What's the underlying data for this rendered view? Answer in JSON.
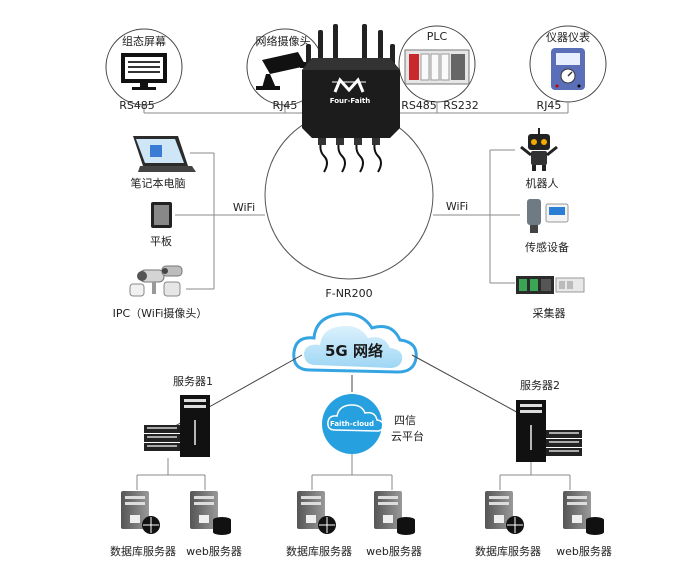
{
  "top_devices": {
    "screen": "组态屏幕",
    "camera": "网络摄像头",
    "plc": "PLC",
    "meter": "仪器仪表"
  },
  "ports": {
    "rs485_left": "RS485",
    "rj45_left": "RJ45",
    "rs485_right": "RS485",
    "rs232": "RS232",
    "rj45_right": "RJ45"
  },
  "router": {
    "brand": "Four-Faith",
    "model": "F-NR200"
  },
  "wifi": {
    "left": "WiFi",
    "right": "WiFi"
  },
  "left_devices": {
    "laptop": "笔记本电脑",
    "tablet": "平板",
    "ipc": "IPC（WiFi摄像头）"
  },
  "right_devices": {
    "robot": "机器人",
    "sensor": "传感设备",
    "collector": "采集器"
  },
  "network": {
    "cloud_5g": "5G 网络",
    "faith_cloud": "Faith-cloud",
    "platform_line1": "四信",
    "platform_line2": "云平台"
  },
  "servers": {
    "server1": "服务器1",
    "server2": "服务器2",
    "db1": "数据库服务器",
    "web1": "web服务器",
    "db2": "数据库服务器",
    "web2": "web服务器",
    "db3": "数据库服务器",
    "web3": "web服务器"
  }
}
